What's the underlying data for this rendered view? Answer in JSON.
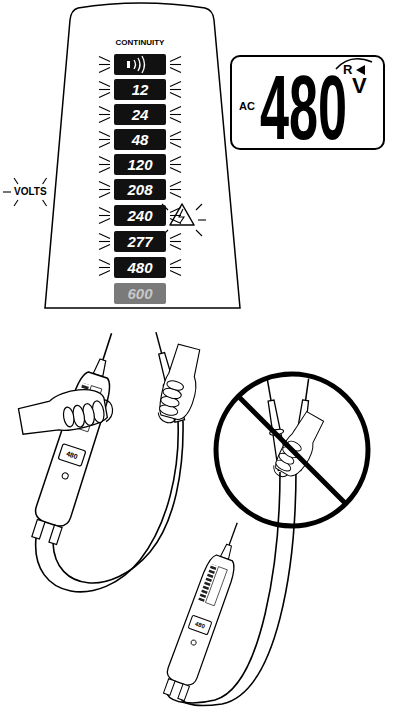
{
  "diagram": {
    "nodes": [
      {
        "text": [
          "CONTINUITY",
          "VOLTS"
        ]
      },
      {
        "text": [
          "12"
        ],
        "in": 0
      },
      {
        "text": [
          "24"
        ],
        "in": 0
      },
      {
        "text": [
          "48"
        ],
        "in": 0
      },
      {
        "text": [
          "120"
        ],
        "in": 0
      },
      {
        "text": [
          "208"
        ],
        "in": 0
      },
      {
        "text": [
          "240"
        ],
        "in": 0
      },
      {
        "text": [
          "277"
        ],
        "in": 0
      },
      {
        "text": [
          "480"
        ],
        "in": 0
      },
      {
        "text": [
          "600"
        ],
        "in": 0
      },
      {
        "text": [
          "AC",
          "480",
          "V",
          "R"
        ]
      }
    ],
    "labels": [
      "480",
      "480"
    ]
  }
}
